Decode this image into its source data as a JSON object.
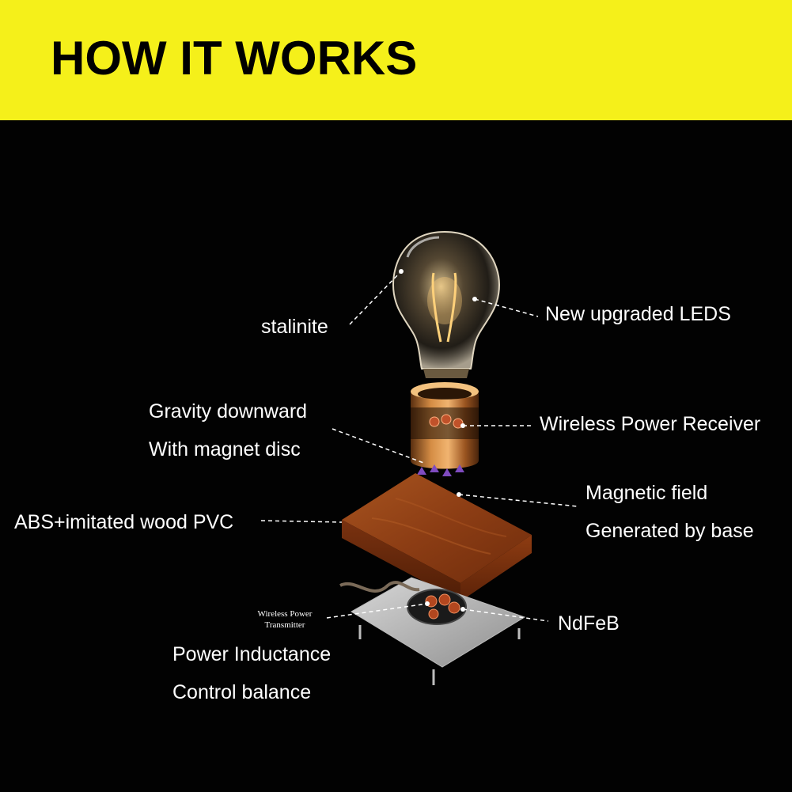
{
  "header": {
    "title": "HOW IT WORKS"
  },
  "labels": {
    "stalinite": "stalinite",
    "leds": "New upgraded LEDS",
    "gravity_line1": "Gravity downward",
    "gravity_line2": "With magnet disc",
    "receiver": "Wireless Power Receiver",
    "magnetic_line1": "Magnetic field",
    "magnetic_line2": "Generated by base",
    "abs": "ABS+imitated wood PVC",
    "transmitter_line1": "Wireless Power",
    "transmitter_line2": "Transmitter",
    "ndfeb": "NdFeB",
    "inductance_line1": "Power Inductance",
    "inductance_line2": "Control balance"
  },
  "colors": {
    "banner": "#f5f01a",
    "background": "#020202",
    "text": "#ffffff",
    "wood": "#8a3a12",
    "copper": "#c8823a",
    "arrows": "#8e4fc9"
  }
}
